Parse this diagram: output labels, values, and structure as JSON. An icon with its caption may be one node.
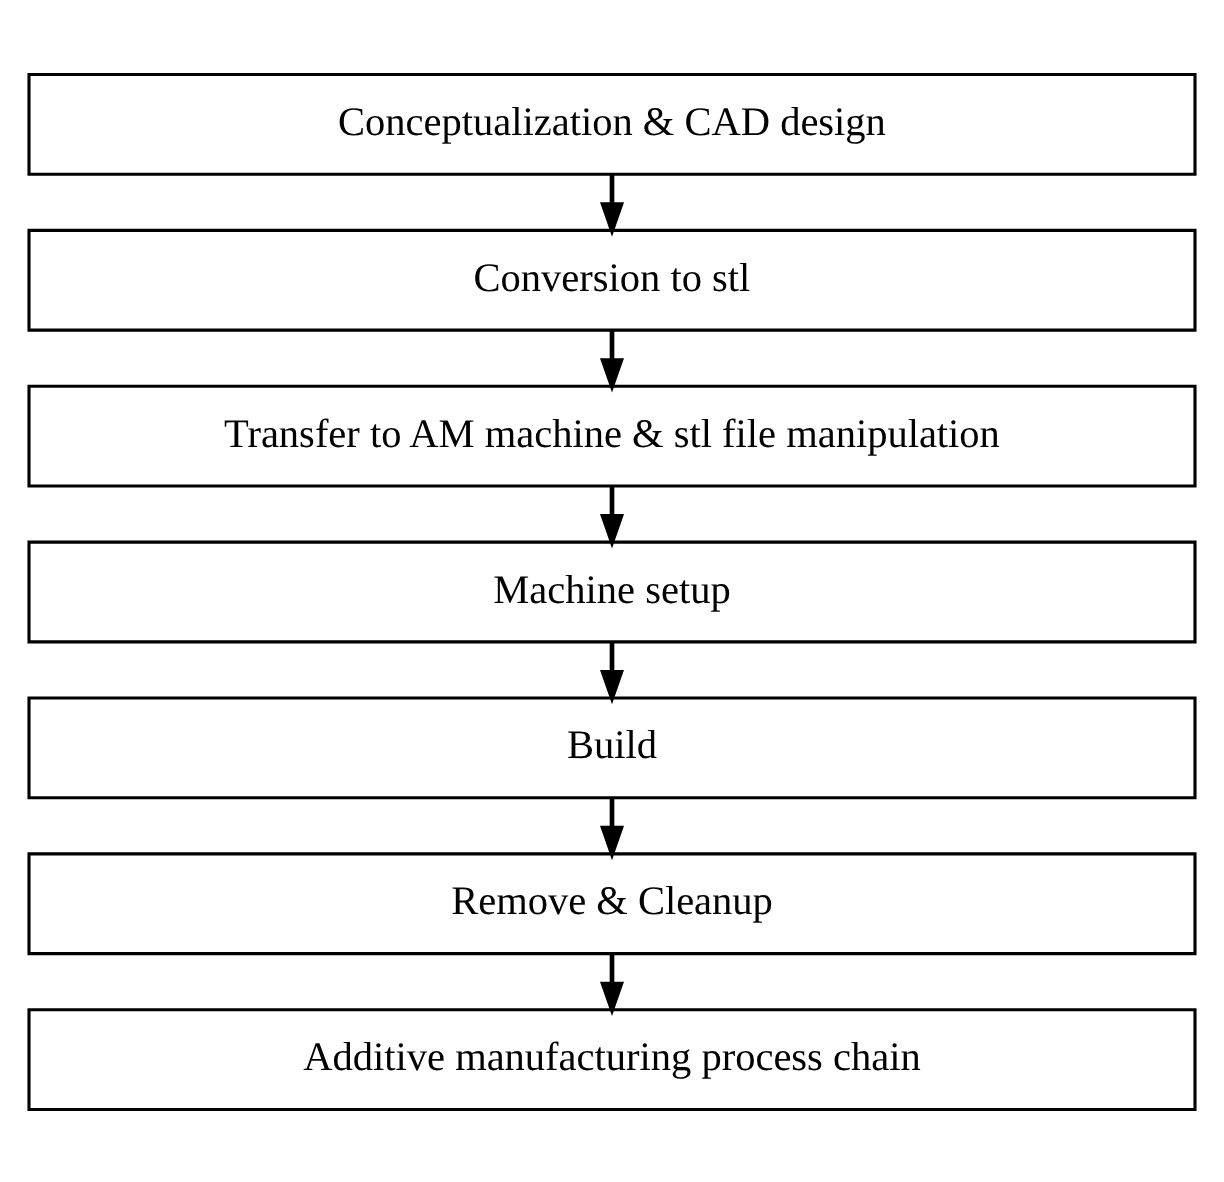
{
  "diagram": {
    "nodes": [
      {
        "text": [
          "Conceptualization & CAD design"
        ]
      },
      {
        "text": [
          "Conversion to stl"
        ]
      },
      {
        "text": [
          "Transfer to AM machine & stl file manipulation"
        ]
      },
      {
        "text": [
          "Machine setup"
        ]
      },
      {
        "text": [
          "Build"
        ]
      },
      {
        "text": [
          "Remove & Cleanup"
        ]
      },
      {
        "text": [
          "Additive manufacturing process chain"
        ]
      }
    ],
    "edges": [
      {
        "from": 0,
        "to": 1,
        "arrow": "to"
      },
      {
        "from": 1,
        "to": 2,
        "arrow": "to"
      },
      {
        "from": 2,
        "to": 3,
        "arrow": "to"
      },
      {
        "from": 3,
        "to": 4,
        "arrow": "to"
      },
      {
        "from": 4,
        "to": 5,
        "arrow": "to"
      },
      {
        "from": 5,
        "to": 6,
        "arrow": "to"
      }
    ]
  }
}
